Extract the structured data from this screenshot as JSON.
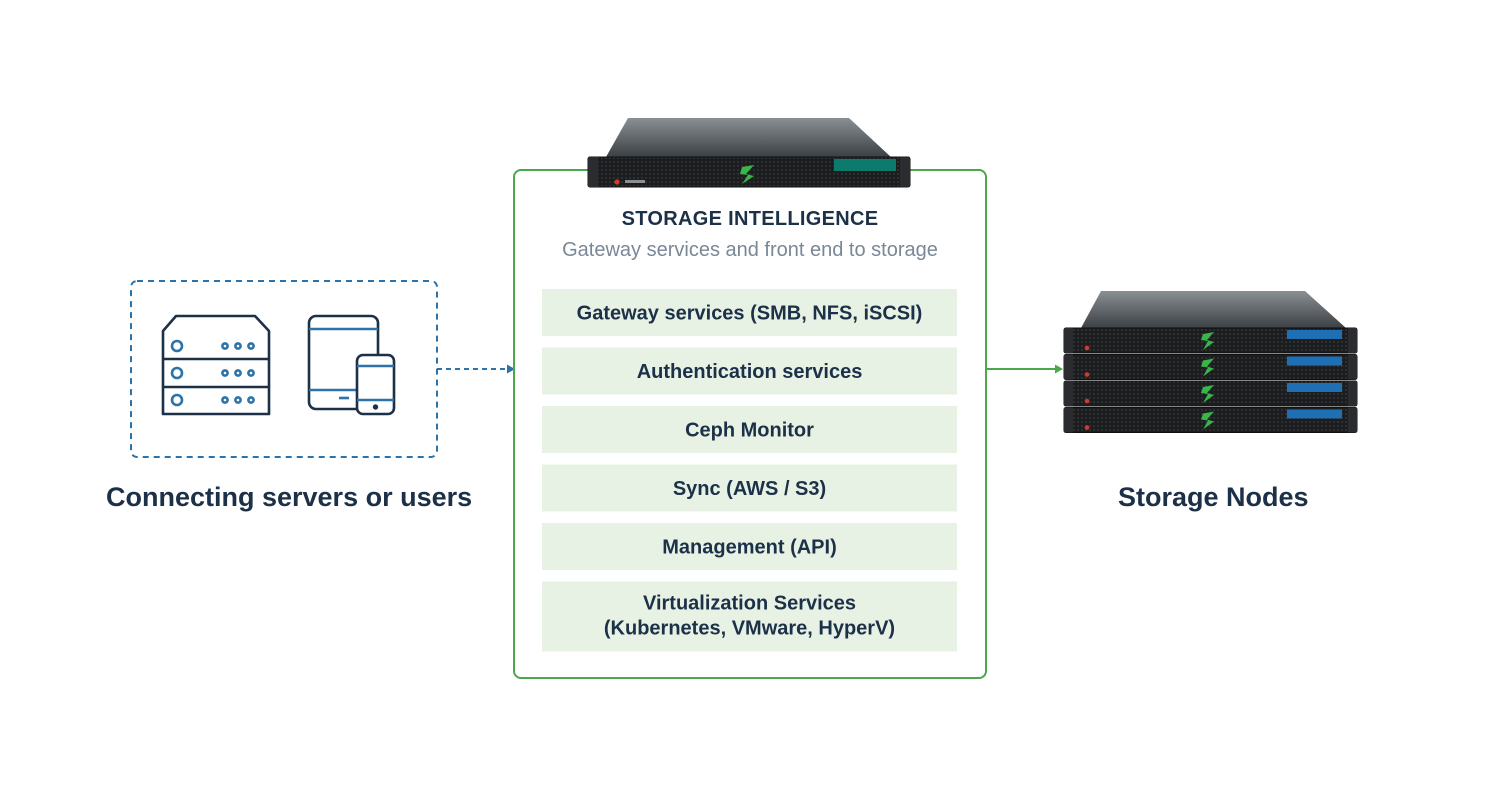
{
  "left": {
    "label": "Connecting servers or users",
    "icons": [
      "server-rack-icon",
      "tablet-icon",
      "phone-icon"
    ]
  },
  "center": {
    "title": "STORAGE INTELLIGENCE",
    "subtitle": "Gateway services and front end to storage",
    "services": [
      {
        "line1": "Gateway services (SMB, NFS, iSCSI)",
        "line2": ""
      },
      {
        "line1": "Authentication services",
        "line2": ""
      },
      {
        "line1": "Ceph Monitor",
        "line2": ""
      },
      {
        "line1": "Sync (AWS / S3)",
        "line2": ""
      },
      {
        "line1": "Management (API)",
        "line2": ""
      },
      {
        "line1": "Virtualization Services",
        "line2": "(Kubernetes, VMware, HyperV)"
      }
    ]
  },
  "right": {
    "label": "Storage Nodes"
  },
  "colors": {
    "navy": "#1c3048",
    "blue": "#2b73a8",
    "green": "#49a84b",
    "service_fill": "#e7f2e5",
    "subtitle": "#7a8796"
  }
}
